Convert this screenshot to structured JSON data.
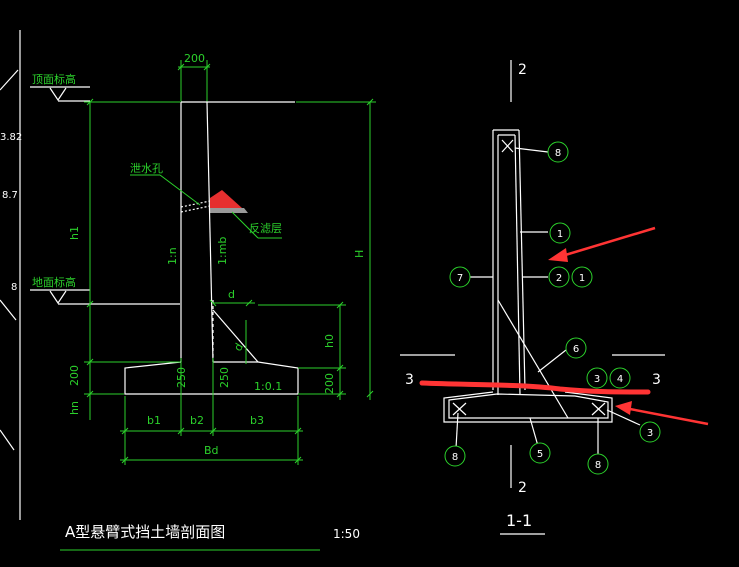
{
  "left": {
    "dim_top": "200",
    "lbl_top_elev": "顶面标高",
    "lbl_ground_elev": "地面标高",
    "lbl_drain": "泄水孔",
    "lbl_filter": "反滤层",
    "lbl_h1": "h1",
    "lbl_H": "H",
    "lbl_h0": "h0",
    "lbl_hn": "hn",
    "slope_back": "1:n",
    "slope_front": "1:mb",
    "lbl_d1": "d",
    "lbl_d2": "d",
    "dim_200_left": "200",
    "dim_250_a": "250",
    "dim_250_b": "250",
    "dim_200_right": "200",
    "slope_base": "1:0.1",
    "lbl_b1": "b1",
    "lbl_b2": "b2",
    "lbl_b3": "b3",
    "lbl_Bd": "Bd",
    "title": "A型悬臂式挡土墙剖面图",
    "scale": "1:50"
  },
  "right": {
    "cut_top": "2",
    "cut_bottom": "2",
    "cut_left": "3",
    "cut_right": "3",
    "title": "1-1",
    "markers": [
      "8",
      "1",
      "7",
      "2",
      "1",
      "6",
      "3",
      "4",
      "8",
      "5",
      "8",
      "3"
    ]
  },
  "left_edge": {
    "fragments": [
      "3.82",
      "8.7",
      "8"
    ]
  },
  "colors": {
    "background": "#000000",
    "linework": "#ffffff",
    "dimension": "#2bd12b",
    "annotation": "#ff3434"
  }
}
